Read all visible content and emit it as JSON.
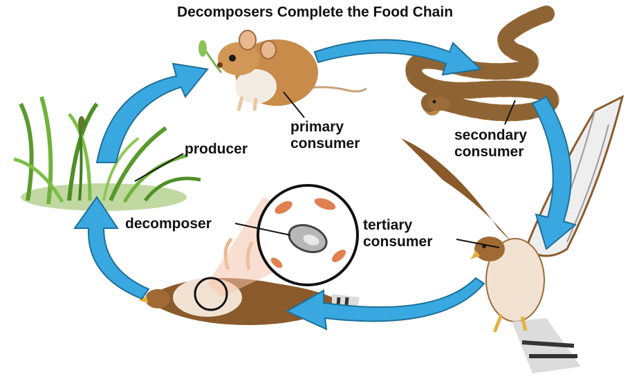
{
  "title": "Decomposers Complete the Food Chain",
  "labels": {
    "producer": "producer",
    "primary_line1": "primary",
    "primary_line2": "consumer",
    "secondary_line1": "secondary",
    "secondary_line2": "consumer",
    "tertiary_line1": "tertiary",
    "tertiary_line2": "consumer",
    "decomposer": "decomposer"
  },
  "colors": {
    "arrow": "#3aa8e0",
    "arrow_stroke": "#1d6f99",
    "grass": "#6fa83a",
    "mouse": "#c98b4a",
    "snake": "#b88448",
    "hawk": "#8a5a2b"
  }
}
